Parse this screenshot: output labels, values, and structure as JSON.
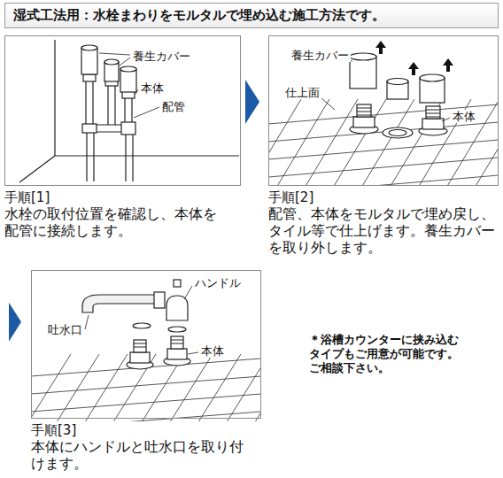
{
  "diagram": {
    "title": "湿式工法用：水栓まわりをモルタルで埋め込む施工方法です。",
    "nodes": [
      {
        "text": [
          "手順[1]",
          "水栓の取付位置を確認し、本体を配管に接続します。"
        ]
      },
      {
        "text": [
          "手順[2]",
          "配管、本体をモルタルで埋め戻し、タイル等で仕上げます。養生カバーを取り外します。"
        ]
      },
      {
        "text": [
          "手順[3]",
          "本体にハンドルと吐水口を取り付けます。"
        ]
      }
    ],
    "edges": [
      {
        "from": 0,
        "to": 1,
        "arrow": "to"
      },
      {
        "from": 1,
        "to": 2,
        "arrow": "to"
      }
    ],
    "labels": [
      "養生カバー",
      "本体",
      "配管",
      "養生カバー",
      "仕上面",
      "本体",
      "ハンドル",
      "吐水口",
      "本体",
      "＊浴槽カウンターに挟み込むタイプもご用意が可能です。ご相談下さい。"
    ]
  }
}
